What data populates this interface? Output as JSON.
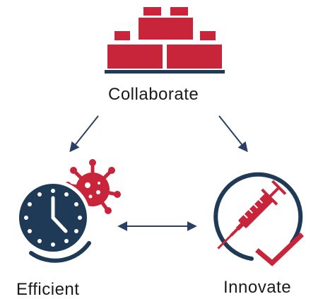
{
  "diagram": {
    "nodes": {
      "top": {
        "label": "Collaborate",
        "icon": "brick-wall-icon"
      },
      "left": {
        "label": "Efficient",
        "icon": "clock-virus-icon"
      },
      "right": {
        "label": "Innovate",
        "icon": "syringe-check-icon"
      }
    },
    "edges": [
      {
        "from": "Collaborate",
        "to": "Efficient",
        "direction": "one-way"
      },
      {
        "from": "Collaborate",
        "to": "Innovate",
        "direction": "one-way"
      },
      {
        "from": "Efficient",
        "to": "Innovate",
        "direction": "two-way"
      }
    ]
  },
  "colors": {
    "red": "#c8243a",
    "navy": "#1f3a56",
    "arrow": "#2b3e63",
    "text": "#1a1a1a",
    "white": "#ffffff"
  }
}
